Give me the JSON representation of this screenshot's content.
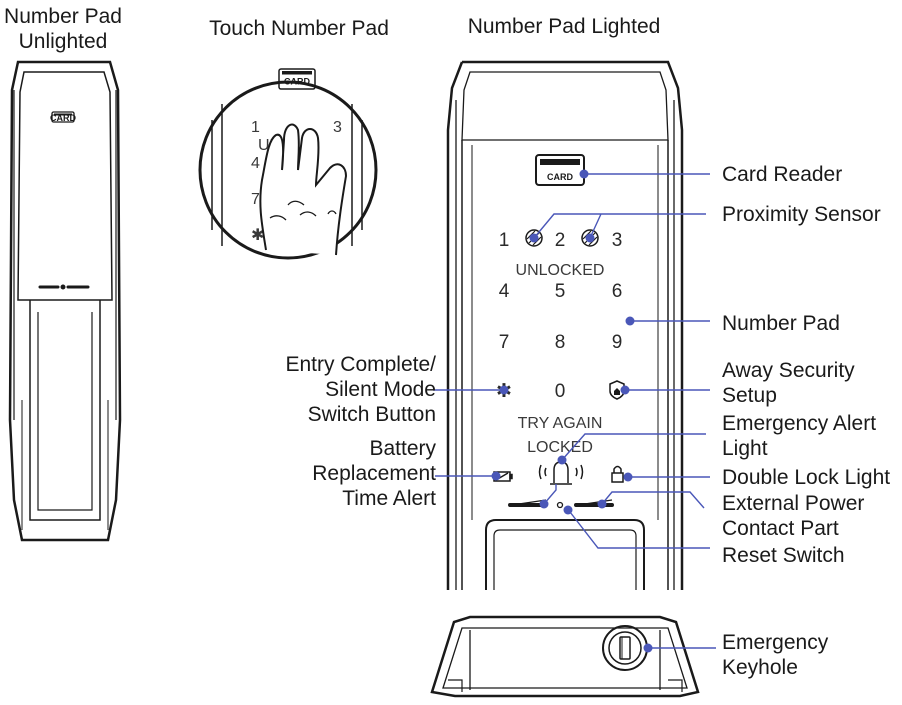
{
  "headings": {
    "unlighted": "Number Pad\nUnlighted",
    "touch": "Touch Number Pad",
    "lighted": "Number Pad Lighted"
  },
  "card_text": "CARD",
  "keypad": {
    "k1": "1",
    "k2": "2",
    "k3": "3",
    "k4": "4",
    "k5": "5",
    "k6": "6",
    "k7": "7",
    "k8": "8",
    "k9": "9",
    "k0": "0",
    "star": "✱",
    "unlocked": "UNLOCKED",
    "try_again": "TRY AGAIN",
    "locked": "LOCKED"
  },
  "callouts_right": {
    "card_reader": "Card Reader",
    "proximity_sensor": "Proximity Sensor",
    "number_pad": "Number Pad",
    "away_security": "Away Security\nSetup",
    "emergency_alert": "Emergency Alert\nLight",
    "double_lock": "Double Lock Light",
    "external_power": "External Power\nContact Part",
    "reset_switch": "Reset Switch",
    "emergency_keyhole": "Emergency\nKeyhole"
  },
  "callouts_left": {
    "entry_complete": "Entry Complete/\nSilent Mode\nSwitch Button",
    "battery": "Battery\nReplacement\nTime Alert"
  },
  "colors": {
    "leader": "#4a57b8",
    "outline": "#1a1a1a"
  }
}
